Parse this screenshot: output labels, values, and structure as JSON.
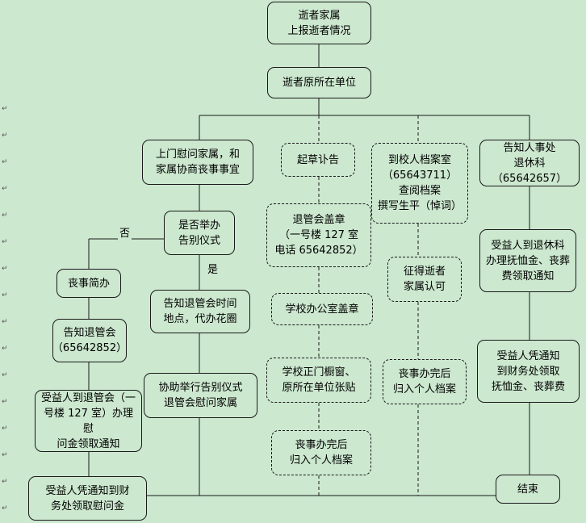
{
  "nodes": {
    "family_report": "逝者家属\n上报逝者情况",
    "unit": "逝者原所在单位",
    "visit_family": "上门慰问家属，和\n家属协商丧事事宜",
    "draft_obituary": "起草讣告",
    "archives": "到校人档案室\n（65643711）\n查阅档案\n撰写生平（悼词）",
    "notify_hr": "告知人事处\n退休科（65642657）",
    "hold_ceremony": "是否举办\n告别仪式",
    "retire_stamp": "退管会盖章\n（一号楼 127 室\n电话 65642852）",
    "family_approval": "征得逝者\n家属认可",
    "beneficiary_retire": "受益人到退休科\n办理抚恤金、丧葬\n费领取通知",
    "simple_funeral": "丧事简办",
    "notify_retire_committee": "告知退管会时间\n地点，代办花圈",
    "office_stamp": "学校办公室盖章",
    "notify_retire_office": "告知退管会\n（65642852）",
    "beneficiary_finance": "受益人凭通知\n到财务处领取\n抚恤金、丧葬费",
    "assist_ceremony": "协助举行告别仪式\n退管会慰问家属",
    "post_notice": "学校正门橱窗、\n原所在单位张贴",
    "archive_a": "丧事办完后\n归入个人档案",
    "beneficiary_committee": "受益人到退管会（一\n号楼 127 室）办理慰\n问金领取通知",
    "archive_b": "丧事办完后\n归入个人档案",
    "collect_condolence": "受益人凭通知到财\n务处领取慰问金",
    "end": "结束"
  },
  "edge_labels": {
    "no": "否",
    "yes": "是"
  },
  "colors": {
    "background": "#cce8cf",
    "line": "#1a1a1a"
  }
}
